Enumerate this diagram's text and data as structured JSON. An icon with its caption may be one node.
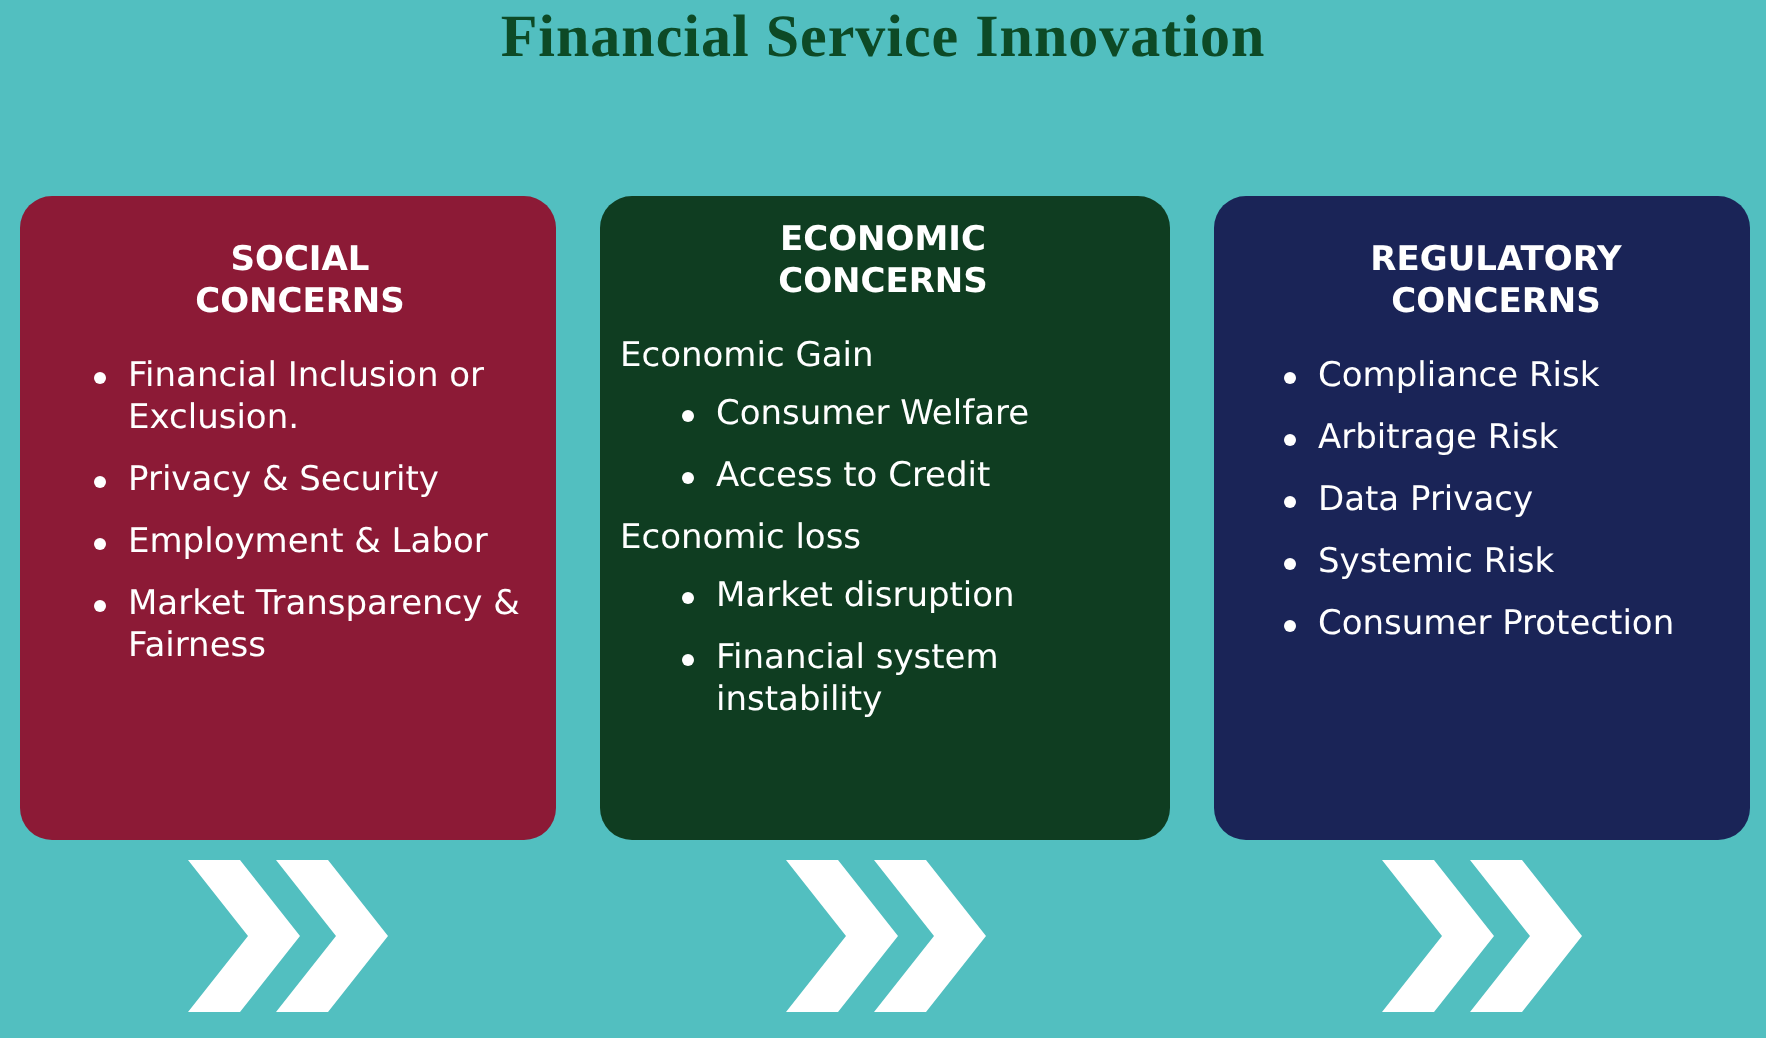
{
  "diagram": {
    "title": "Financial Service Innovation",
    "nodes": [
      {
        "text": [
          "SOCIAL CONCERNS",
          "Financial Inclusion or Exclusion.",
          "Privacy & Security",
          "Employment & Labor",
          "Market Transparency & Fairness"
        ]
      },
      {
        "text": [
          "ECONOMIC CONCERNS",
          "Economic Gain",
          "Consumer Welfare",
          "Access to Credit",
          "Economic loss",
          "Market disruption",
          "Financial system instability"
        ]
      },
      {
        "text": [
          "REGULATORY CONCERNS",
          "Compliance Risk",
          "Arbitrage Risk",
          "Data Privacy",
          "Systemic Risk",
          "Consumer Protection"
        ]
      }
    ],
    "edges": []
  }
}
